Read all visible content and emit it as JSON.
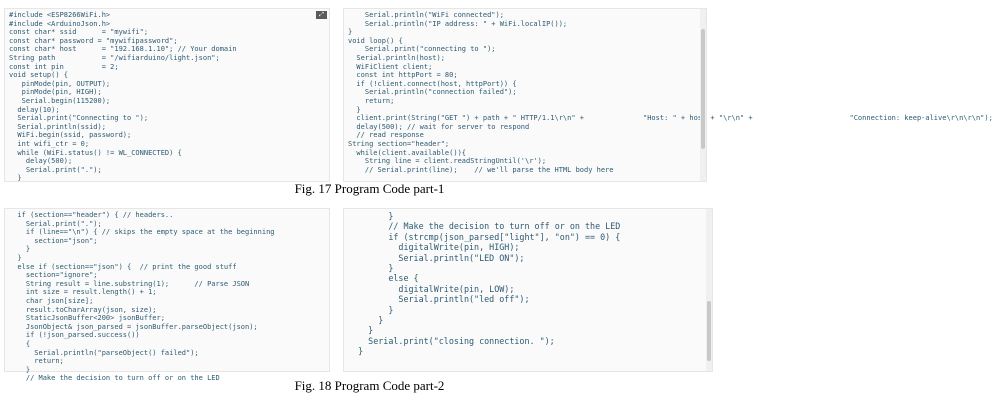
{
  "fig17": {
    "caption": "Fig. 17 Program Code part-1",
    "left_code": [
      "#include <ESP8266WiFi.h>",
      "#include <ArduinoJson.h>",
      "const char* ssid      = \"mywifi\";",
      "const char* password = \"mywifipassword\";",
      "const char* host      = \"192.168.1.10\"; // Your domain",
      "String path           = \"/wifiarduino/light.json\";",
      "const int pin         = 2;",
      "void setup() {",
      "   pinMode(pin, OUTPUT);",
      "   pinMode(pin, HIGH);",
      "   Serial.begin(115200);",
      "  delay(10);",
      "  Serial.print(\"Connecting to \");",
      "  Serial.println(ssid);",
      "  WiFi.begin(ssid, password);",
      "  int wifi_ctr = 0;",
      "  while (WiFi.status() != WL_CONNECTED) {",
      "    delay(500);",
      "    Serial.print(\".\");",
      "  }"
    ],
    "right_code": [
      "    Serial.println(\"WiFi connected\");",
      "    Serial.println(\"IP address: \" + WiFi.localIP());",
      "}",
      "void loop() {",
      "    Serial.print(\"connecting to \");",
      "  Serial.println(host);",
      "  WiFiClient client;",
      "  const int httpPort = 80;",
      "  if (!client.connect(host, httpPort)) {",
      "    Serial.println(\"connection failed\");",
      "    return;",
      "  }",
      "  client.print(String(\"GET \") + path + \" HTTP/1.1\\r\\n\" +              \"Host: \" + host + \"\\r\\n\" +                       \"Connection: keep-alive\\r\\n\\r\\n\");",
      "  delay(500); // wait for server to respond",
      "  // read response",
      "String section=\"header\";",
      "  while(client.available()){",
      "    String line = client.readStringUntil('\\r');",
      "    // Serial.print(line);    // we'll parse the HTML body here"
    ]
  },
  "fig18": {
    "caption": "Fig. 18 Program Code part-2",
    "left_code": [
      "  if (section==\"header\") { // headers..",
      "    Serial.print(\".\");",
      "    if (line==\"\\n\") { // skips the empty space at the beginning",
      "      section=\"json\";",
      "    }",
      "  }",
      "  else if (section==\"json\") {  // print the good stuff",
      "    section=\"ignore\";",
      "    String result = line.substring(1);      // Parse JSON",
      "    int size = result.length() + 1;",
      "    char json[size];",
      "    result.toCharArray(json, size);",
      "    StaticJsonBuffer<200> jsonBuffer;",
      "    JsonObject& json_parsed = jsonBuffer.parseObject(json);",
      "    if (!json_parsed.success())",
      "    {",
      "      Serial.println(\"parseObject() failed\");",
      "      return;",
      "    }",
      "    // Make the decision to turn off or on the LED"
    ],
    "right_code": [
      "        }",
      "        // Make the decision to turn off or on the LED",
      "        if (strcmp(json_parsed[\"light\"], \"on\") == 0) {",
      "          digitalWrite(pin, HIGH);",
      "          Serial.println(\"LED ON\");",
      "        }",
      "        else {",
      "          digitalWrite(pin, LOW);",
      "          Serial.println(\"led off\");",
      "        }",
      "      }",
      "    }",
      "    Serial.print(\"closing connection. \");",
      "  }"
    ]
  }
}
